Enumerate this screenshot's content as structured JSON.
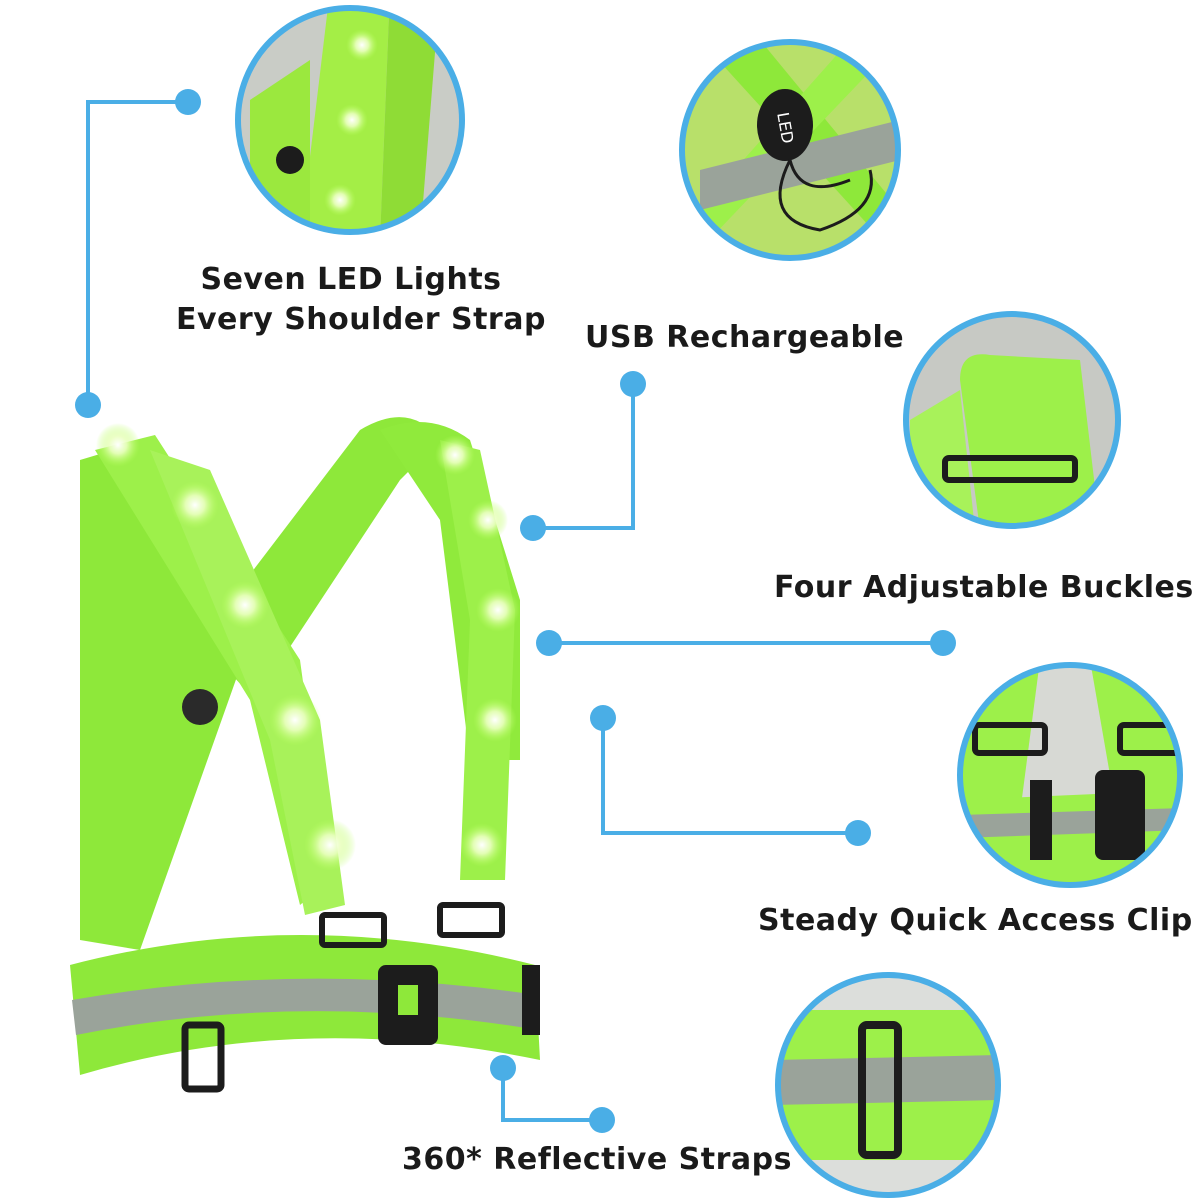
{
  "colors": {
    "accent": "#4aaee6",
    "strap": "#8ee83a",
    "strap_light": "#a8f25a",
    "reflective": "#9aa39a",
    "buckle": "#1c1c1c",
    "led": "#f4ffd8"
  },
  "labels": {
    "led_line1": "Seven LED Lights",
    "led_line2": "Every Shoulder Strap",
    "usb": "USB Rechargeable",
    "buckles": "Four Adjustable Buckles",
    "clip": "Steady Quick Access Clip",
    "reflective": "360* Reflective Straps"
  },
  "insets": {
    "led_closeup": "led-strap-closeup",
    "usb_closeup": "usb-cable-closeup",
    "buckle_closeup": "buckle-closeup",
    "clip_closeup": "clip-closeup",
    "reflective_closeup": "reflective-strap-closeup"
  },
  "insets_led_text": "LED"
}
